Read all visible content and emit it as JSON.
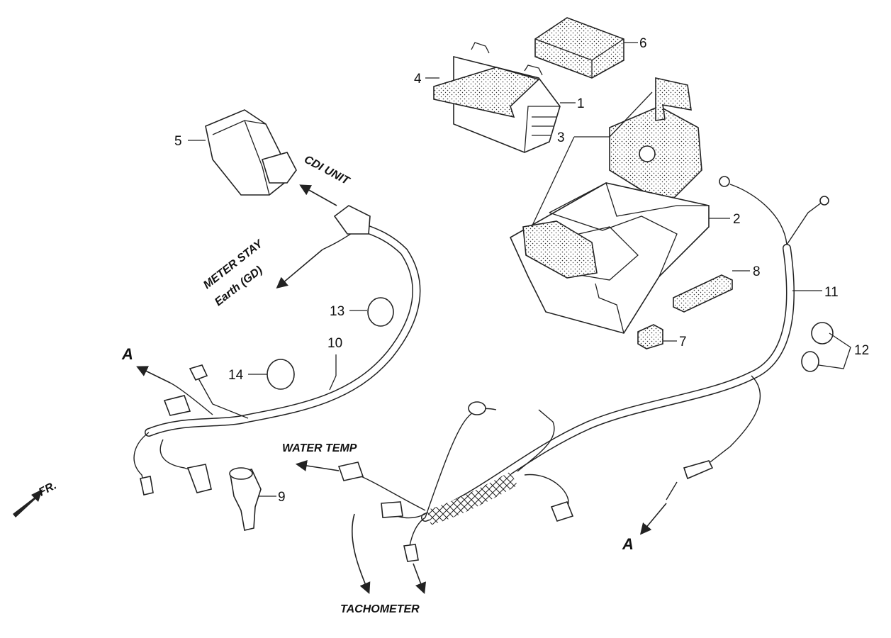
{
  "diagram": {
    "part_numbers": [
      "1",
      "2",
      "3",
      "4",
      "5",
      "6",
      "7",
      "8",
      "9",
      "10",
      "11",
      "12",
      "13",
      "14"
    ],
    "labels": {
      "cdi_unit": "CDI UNIT",
      "meter_stay": "METER STAY",
      "earth_gd": "Earth (GD)",
      "water_temp": "WATER TEMP",
      "tachometer": "TACHOMETER",
      "front": "FR.",
      "ref_a_left": "A",
      "ref_a_right": "A"
    }
  }
}
